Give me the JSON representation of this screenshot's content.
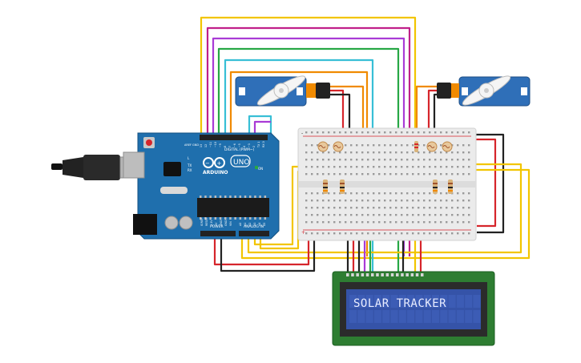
{
  "arduino": {
    "brand": "ARDUINO",
    "model": "UNO",
    "digital_label": "DIGITAL (PWM~)",
    "power_label": "POWER",
    "analog_label": "ANALOG IN",
    "on_label": "ON",
    "tx_label": "TX",
    "rx_label": "RX",
    "l_label": "L",
    "aref_label": "AREF",
    "gnd_label": "GND",
    "digital_pins": [
      "13",
      "12",
      "~11",
      "~10",
      "~9",
      "8",
      "7",
      "~6",
      "~5",
      "4",
      "~3",
      "2",
      "TX 1",
      "RX 0"
    ],
    "power_pins": [
      "IOREF",
      "RESET",
      "3.3V",
      "5V",
      "GND",
      "GND",
      "VIN"
    ],
    "analog_pins": [
      "A0",
      "A1",
      "A2",
      "A3",
      "A4",
      "A5"
    ]
  },
  "lcd": {
    "text": "SOLAR TRACKER"
  },
  "breadboard": {
    "plus": "+",
    "minus": "-"
  },
  "colors": {
    "board": "#1f6fad",
    "yellow_wire": "#f2c500",
    "red_wire": "#d6252b",
    "black_wire": "#222222",
    "orange_wire": "#f08a00",
    "purple_wire": "#a93bd6",
    "magenta_wire": "#c0208a",
    "green_wire": "#27a745",
    "cyan_wire": "#38bfd6",
    "lcd_screen": "#3553a8",
    "lcd_pcb": "#2e7d32"
  },
  "icons": [
    "usb-cable-icon",
    "servo-motor-icon",
    "photoresistor-icon",
    "resistor-icon",
    "lcd-display-icon",
    "microcontroller-chip-icon"
  ]
}
